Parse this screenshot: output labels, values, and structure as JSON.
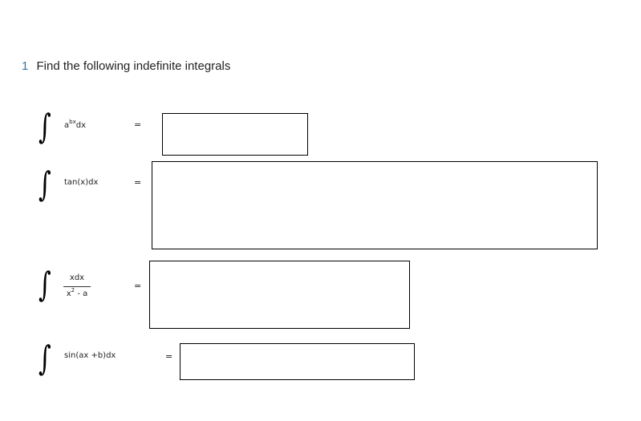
{
  "question": {
    "number": "1",
    "text": "Find the following indefinite integrals"
  },
  "integral_symbol": "∫",
  "equals_symbol": "=",
  "problems": [
    {
      "base": "a",
      "exponent": "bx",
      "differential": "dx"
    },
    {
      "expression": "tan(x)dx"
    },
    {
      "numerator": "xdx",
      "denominator_base": "x",
      "denominator_exponent": "2",
      "denominator_rest": " - a"
    },
    {
      "expression": "sin(ax +b)dx"
    }
  ],
  "answers": [
    "",
    "",
    "",
    ""
  ]
}
